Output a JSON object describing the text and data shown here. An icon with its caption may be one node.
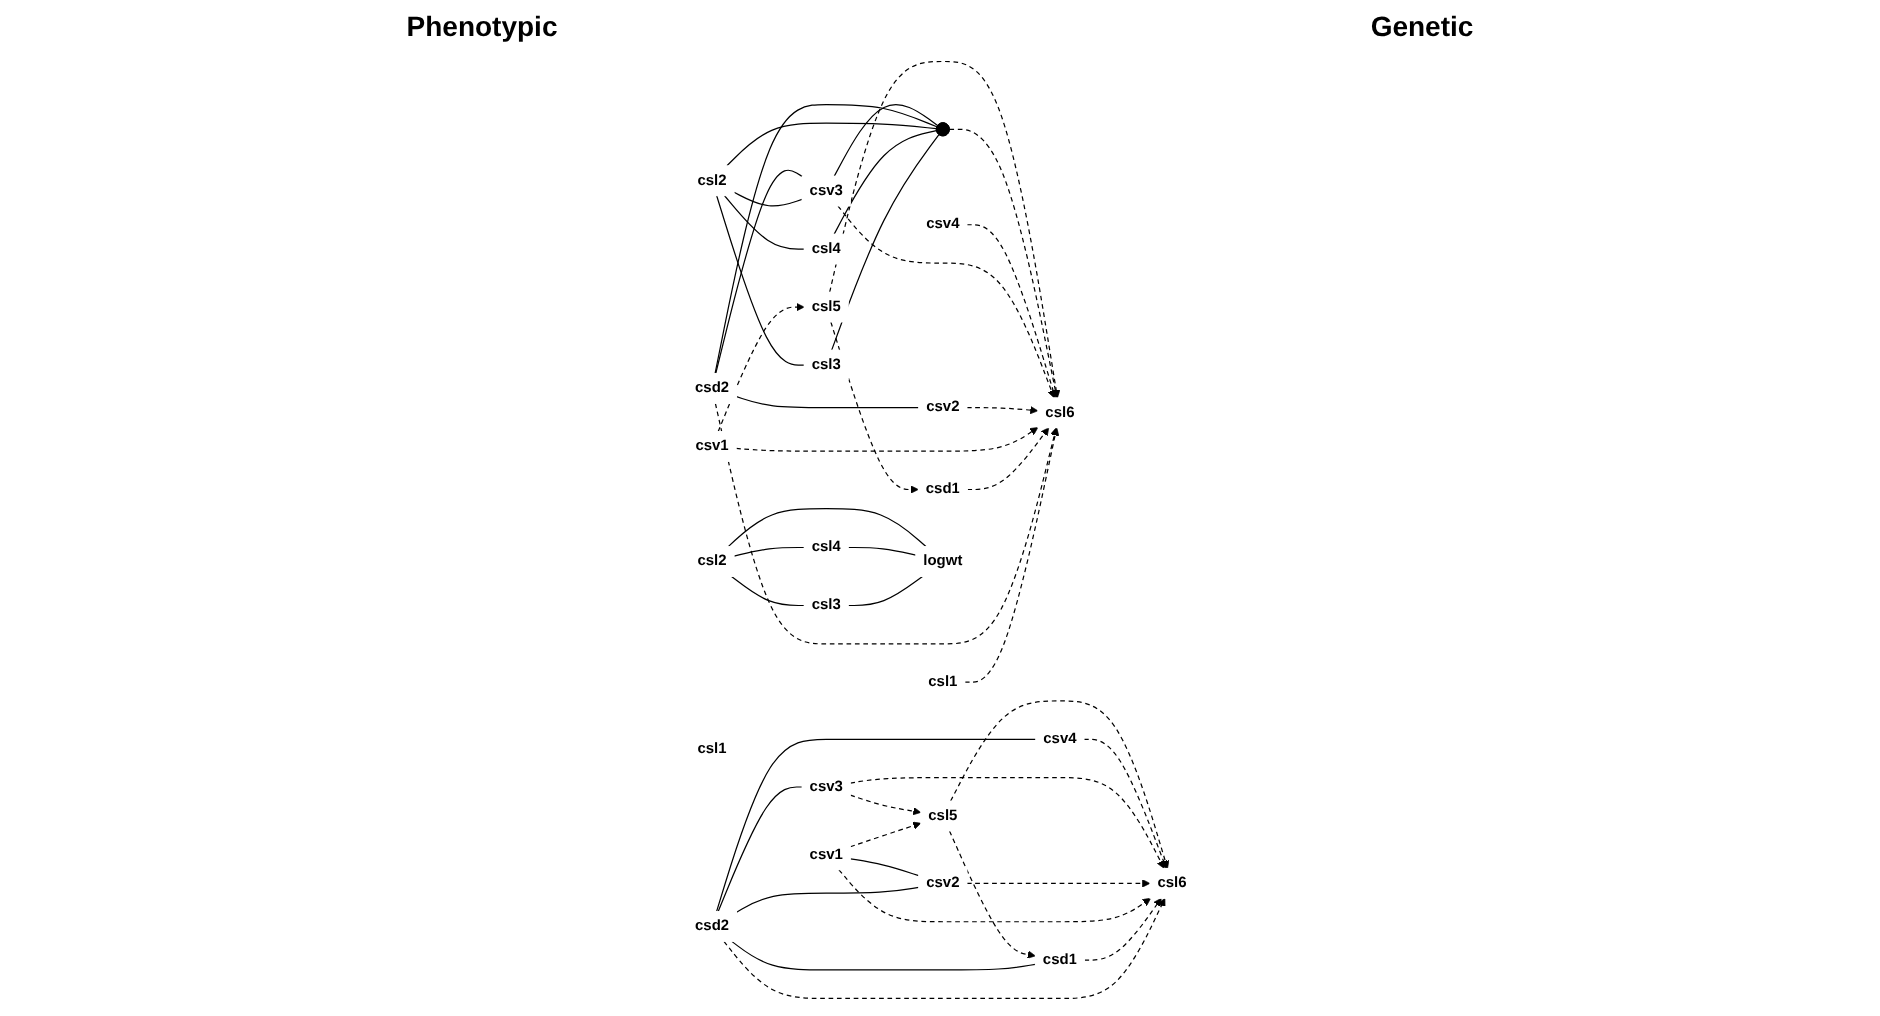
{
  "diagram": {
    "nodes": [
      {
        "text": [
          "csl2"
        ]
      },
      {
        "text": [
          "csl1"
        ]
      },
      {
        "text": [
          "csl3"
        ]
      },
      {
        "text": [
          "csd2"
        ]
      },
      {
        "text": [
          "csl4"
        ]
      },
      {
        "text": [
          "csd1"
        ]
      },
      {
        "text": [
          "csl5"
        ]
      },
      {
        "text": [
          "csv1"
        ]
      },
      {
        "text": [
          "csl6"
        ]
      },
      {
        "text": [
          "csv2"
        ]
      },
      {
        "text": [],
        "shape": "circle"
      },
      {
        "text": [
          "csv3"
        ]
      },
      {
        "text": [
          "csv4"
        ]
      },
      {
        "text": [
          "csl2"
        ]
      },
      {
        "text": [
          "csl1"
        ]
      },
      {
        "text": [
          "csl3"
        ]
      },
      {
        "text": [
          "csd2"
        ]
      },
      {
        "text": [
          "csl4"
        ]
      },
      {
        "text": [
          "csd1"
        ]
      },
      {
        "text": [
          "csl5"
        ]
      },
      {
        "text": [
          "csv1"
        ]
      },
      {
        "text": [
          "csl6"
        ]
      },
      {
        "text": [
          "csv2"
        ]
      },
      {
        "text": [
          "logwt"
        ]
      },
      {
        "text": [
          "csv3"
        ]
      },
      {
        "text": [
          "csv4"
        ]
      }
    ],
    "edges": [
      {
        "from": 0,
        "to": 2,
        "arrow": "none"
      },
      {
        "from": 2,
        "to": 10,
        "arrow": "none"
      },
      {
        "from": 0,
        "to": 4,
        "arrow": "none"
      },
      {
        "from": 4,
        "to": 10,
        "arrow": "none"
      },
      {
        "from": 0,
        "to": 11,
        "arrow": "none"
      },
      {
        "from": 0,
        "to": 10,
        "arrow": "none"
      },
      {
        "from": 3,
        "to": 9,
        "arrow": "none"
      },
      {
        "from": 3,
        "to": 11,
        "arrow": "none"
      },
      {
        "from": 3,
        "to": 10,
        "arrow": "none"
      },
      {
        "from": 11,
        "to": 10,
        "arrow": "none"
      },
      {
        "from": 1,
        "to": 8,
        "arrow": "to",
        "style": "dashed"
      },
      {
        "from": 3,
        "to": 8,
        "arrow": "to",
        "style": "dashed"
      },
      {
        "from": 6,
        "to": 5,
        "arrow": "to",
        "style": "dashed"
      },
      {
        "from": 5,
        "to": 8,
        "arrow": "to",
        "style": "dashed"
      },
      {
        "from": 7,
        "to": 6,
        "arrow": "to",
        "style": "dashed"
      },
      {
        "from": 7,
        "to": 8,
        "arrow": "to",
        "style": "dashed"
      },
      {
        "from": 9,
        "to": 8,
        "arrow": "to",
        "style": "dashed"
      },
      {
        "from": 11,
        "to": 8,
        "arrow": "to",
        "style": "dashed"
      },
      {
        "from": 12,
        "to": 8,
        "arrow": "to",
        "style": "dashed"
      },
      {
        "from": 10,
        "to": 8,
        "arrow": "to",
        "style": "dashed"
      },
      {
        "from": 6,
        "to": 8,
        "arrow": "to",
        "style": "dashed"
      },
      {
        "from": 13,
        "to": 15,
        "arrow": "none"
      },
      {
        "from": 15,
        "to": 23,
        "arrow": "none"
      },
      {
        "from": 13,
        "to": 17,
        "arrow": "none"
      },
      {
        "from": 17,
        "to": 23,
        "arrow": "none"
      },
      {
        "from": 13,
        "to": 23,
        "arrow": "none"
      },
      {
        "from": 16,
        "to": 18,
        "arrow": "none"
      },
      {
        "from": 16,
        "to": 22,
        "arrow": "none"
      },
      {
        "from": 16,
        "to": 24,
        "arrow": "none"
      },
      {
        "from": 16,
        "to": 25,
        "arrow": "none"
      },
      {
        "from": 20,
        "to": 22,
        "arrow": "none"
      },
      {
        "from": 16,
        "to": 21,
        "arrow": "to",
        "style": "dashed"
      },
      {
        "from": 19,
        "to": 18,
        "arrow": "to",
        "style": "dashed"
      },
      {
        "from": 18,
        "to": 21,
        "arrow": "to",
        "style": "dashed"
      },
      {
        "from": 20,
        "to": 19,
        "arrow": "to",
        "style": "dashed"
      },
      {
        "from": 20,
        "to": 21,
        "arrow": "to",
        "style": "dashed"
      },
      {
        "from": 22,
        "to": 21,
        "arrow": "to",
        "style": "dashed"
      },
      {
        "from": 24,
        "to": 19,
        "arrow": "to",
        "style": "dashed"
      },
      {
        "from": 24,
        "to": 21,
        "arrow": "to",
        "style": "dashed"
      },
      {
        "from": 25,
        "to": 21,
        "arrow": "to",
        "style": "dashed"
      },
      {
        "from": 19,
        "to": 21,
        "arrow": "to",
        "style": "dashed"
      }
    ],
    "labels": [
      "Phenotypic",
      "Genetic"
    ]
  }
}
